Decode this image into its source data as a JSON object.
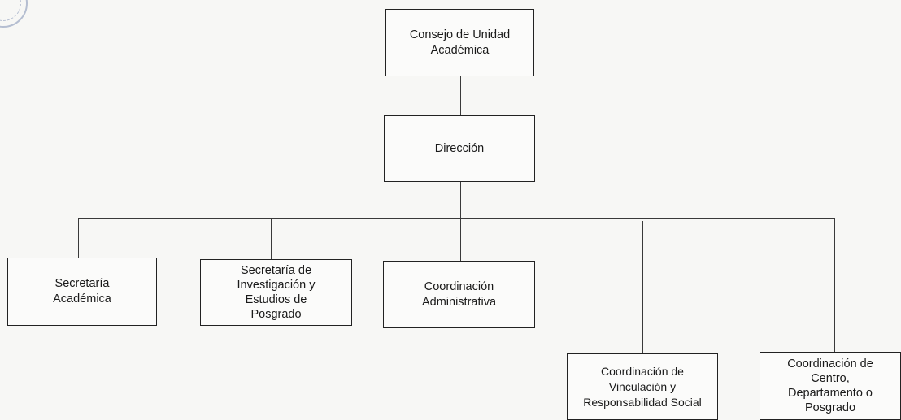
{
  "org_chart": {
    "nodes": {
      "consejo": "Consejo de Unidad\nAcadémica",
      "direccion": "Dirección",
      "secretaria_academica": "Secretaría\nAcadémica",
      "secretaria_investigacion": "Secretaría de\nInvestigación y\nEstudios de\nPosgrado",
      "coordinacion_administrativa": "Coordinación\nAdministrativa",
      "coordinacion_vinculacion": "Coordinación de\nVinculación y\nResponsabilidad Social",
      "coordinacion_centro": "Coordinación de\nCentro,\nDepartamento o\nPosgrado"
    }
  }
}
